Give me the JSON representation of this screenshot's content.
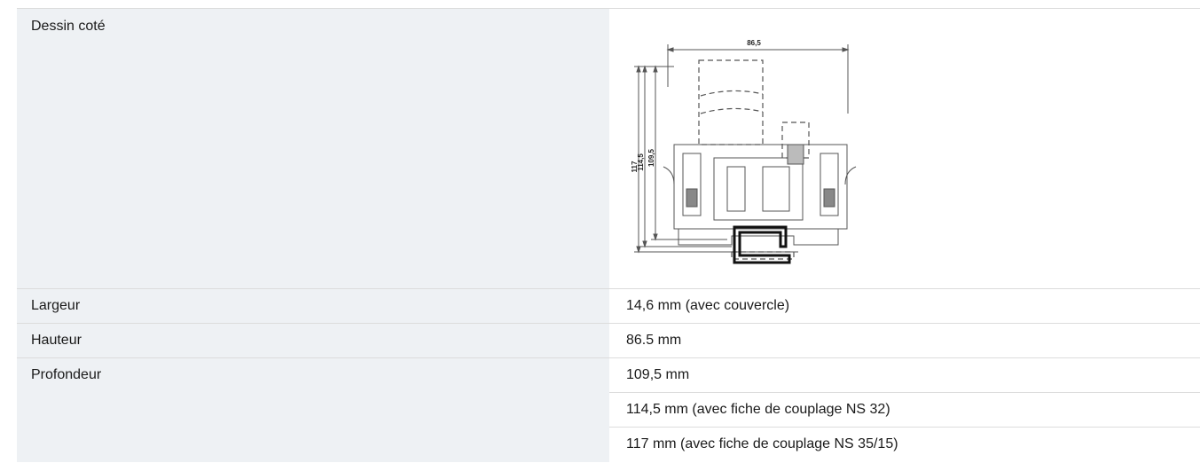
{
  "rows": [
    {
      "label": "Dessin coté"
    },
    {
      "label": "Largeur",
      "values": [
        "14,6 mm (avec couvercle)"
      ]
    },
    {
      "label": "Hauteur",
      "values": [
        "86.5 mm"
      ]
    },
    {
      "label": "Profondeur",
      "values": [
        "109,5 mm",
        "114,5 mm (avec fiche de couplage NS 32)",
        "117 mm (avec fiche de couplage NS 35/15)"
      ]
    }
  ],
  "drawing": {
    "dim_width": "86,5",
    "dim_h1": "117",
    "dim_h2": "114,5",
    "dim_h3": "109,5"
  }
}
